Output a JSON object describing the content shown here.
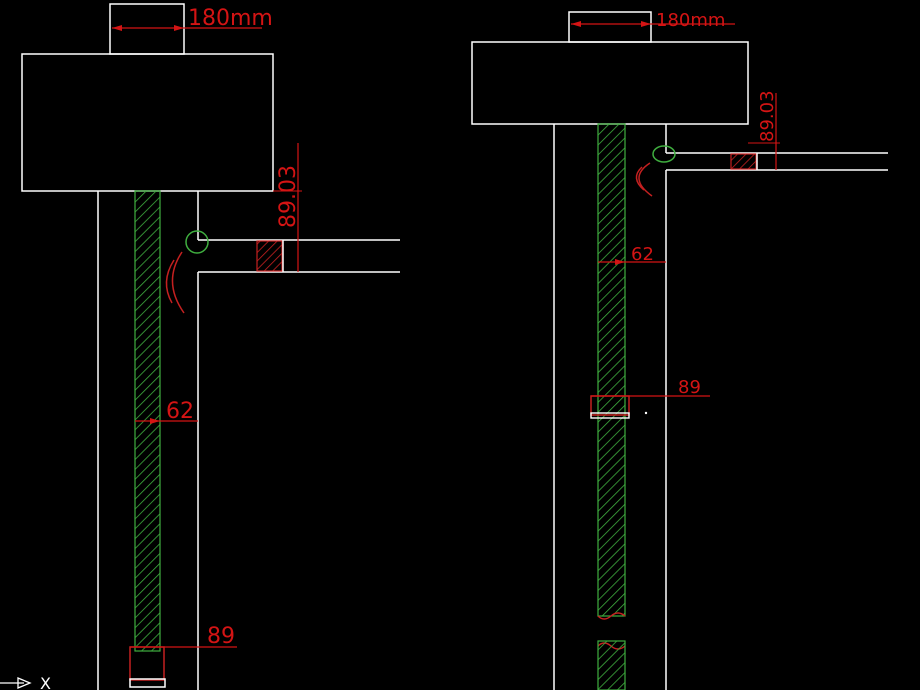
{
  "colors": {
    "background": "#000000",
    "outline": "#ffffff",
    "dimension": "#d41414",
    "hatch_green": "#3fae3f",
    "hatch_red": "#c42020",
    "circle": "#3fae3f"
  },
  "left_drawing": {
    "top_width_label": "180mm",
    "drop_label": "89.03",
    "pipe_width_label": "62",
    "bottom_label": "89"
  },
  "right_drawing": {
    "top_width_label": "180mm",
    "drop_label": "89.03",
    "pipe_width_label": "62",
    "middle_label": "89"
  },
  "ucs": {
    "axis_label": "X"
  }
}
